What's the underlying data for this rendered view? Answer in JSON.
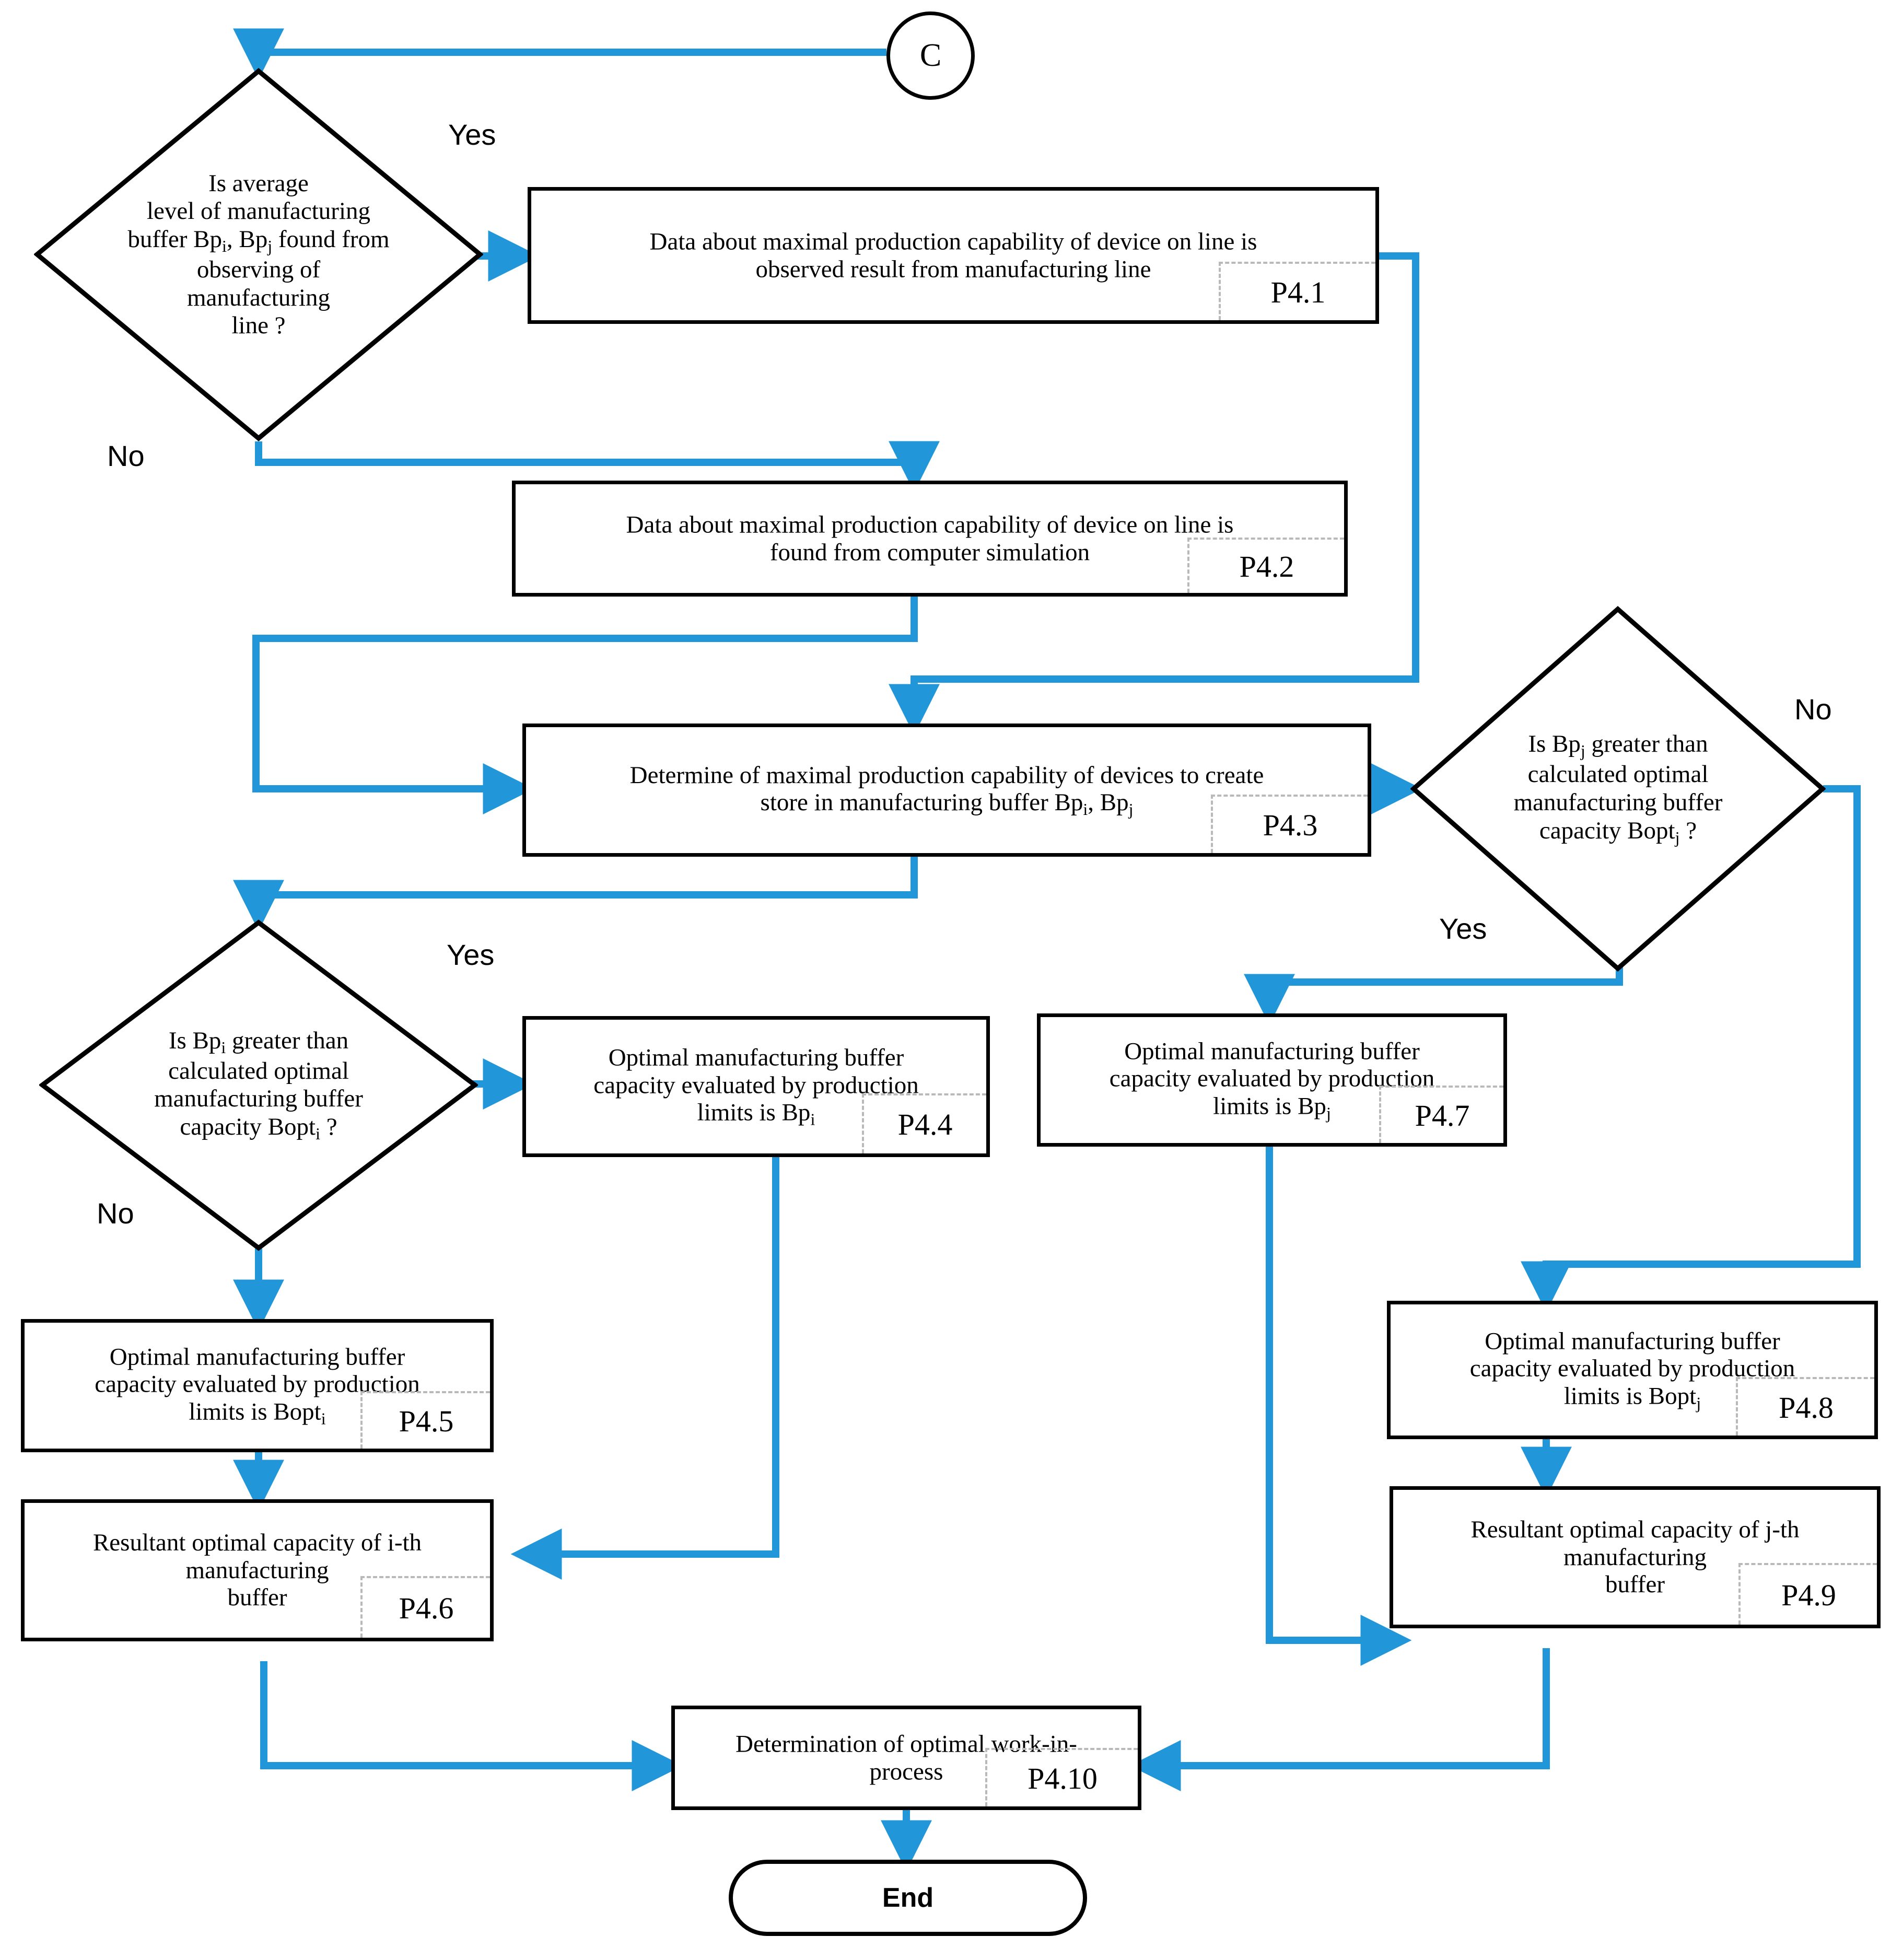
{
  "diagram": {
    "title": "Optimal manufacturing buffer capacity determination flowchart",
    "accent_color": "#2196d9",
    "line_color": "#000000",
    "tag_divider_color": "#b9b9b9"
  },
  "connector_in": {
    "label": "C"
  },
  "terminator_end": {
    "label": "End"
  },
  "decisions": [
    {
      "id": "d1",
      "lines": [
        "Is average",
        "level of manufacturing",
        "buffer Bp<sub>i</sub>, Bp<sub>j</sub> found from",
        "observing of",
        "manufacturing",
        "line ?"
      ],
      "yes_label": "Yes",
      "no_label": "No"
    },
    {
      "id": "d2",
      "lines": [
        "Is Bp<sub>j</sub> greater than",
        "calculated optimal",
        "manufacturing buffer",
        "capacity Bopt<sub>j</sub> ?"
      ],
      "yes_label": "Yes",
      "no_label": "No"
    },
    {
      "id": "d3",
      "lines": [
        "Is Bp<sub>i</sub> greater than",
        "calculated optimal",
        "manufacturing buffer",
        "capacity Bopt<sub>i</sub> ?"
      ],
      "yes_label": "Yes",
      "no_label": "No"
    }
  ],
  "processes": [
    {
      "id": "p41",
      "tag": "P4.1",
      "lines": [
        "Data about maximal production capability of device on line is",
        "observed result from manufacturing line"
      ]
    },
    {
      "id": "p42",
      "tag": "P4.2",
      "lines": [
        "Data about maximal production capability of device on line is",
        "found from computer simulation"
      ]
    },
    {
      "id": "p43",
      "tag": "P4.3",
      "lines": [
        "Determine of maximal production capability of devices to create",
        "store in manufacturing buffer Bp<sub>i</sub>, Bp<sub>j</sub>"
      ]
    },
    {
      "id": "p44",
      "tag": "P4.4",
      "lines": [
        "Optimal manufacturing buffer",
        "capacity evaluated by production",
        "limits is Bp<sub>i</sub>"
      ]
    },
    {
      "id": "p45",
      "tag": "P4.5",
      "lines": [
        "Optimal manufacturing buffer",
        "capacity evaluated by production",
        "limits is Bopt<sub>i</sub>"
      ]
    },
    {
      "id": "p46",
      "tag": "P4.6",
      "lines": [
        "Resultant optimal capacity of i-th",
        "manufacturing",
        "buffer"
      ]
    },
    {
      "id": "p47",
      "tag": "P4.7",
      "lines": [
        "Optimal manufacturing buffer",
        "capacity evaluated by production",
        "limits is Bp<sub>j</sub>"
      ]
    },
    {
      "id": "p48",
      "tag": "P4.8",
      "lines": [
        "Optimal manufacturing buffer",
        "capacity evaluated by production",
        "limits is Bopt<sub>j</sub>"
      ]
    },
    {
      "id": "p49",
      "tag": "P4.9",
      "lines": [
        "Resultant optimal capacity of j-th",
        "manufacturing",
        "buffer"
      ]
    },
    {
      "id": "p410",
      "tag": "P4.10",
      "lines": [
        "Determination of optimal work-in-",
        "process"
      ]
    }
  ],
  "edge_labels": {
    "d1_yes": "Yes",
    "d1_no": "No",
    "d2_no": "No",
    "d2_yes": "Yes",
    "d3_yes": "Yes",
    "d3_no": "No"
  }
}
